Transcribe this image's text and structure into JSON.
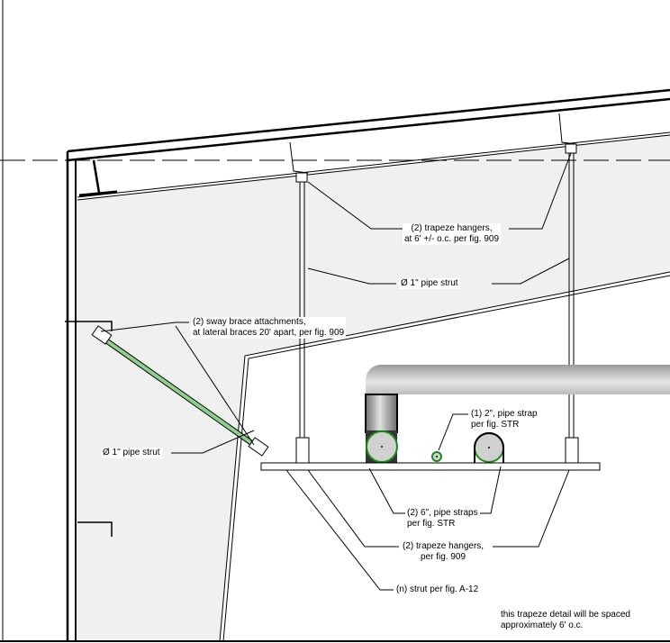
{
  "labels": {
    "trapeze_hangers_top": [
      "(2)  trapeze hangers,",
      "at 6' +/- o.c. per fig. 909"
    ],
    "pipe_strut_vertical": "Ø 1\" pipe strut",
    "sway_brace": [
      "(2)  sway brace attachments,",
      "at lateral braces 20' apart, per fig. 909"
    ],
    "pipe_strut_brace": "Ø 1\" pipe strut",
    "pipe_strap_2in": [
      "(1) 2\", pipe strap",
      "per fig. STR"
    ],
    "pipe_straps_6in": [
      "(2) 6\", pipe straps",
      "per fig. STR"
    ],
    "trapeze_hangers_bottom": [
      "(2) trapeze hangers,",
      "per fig. 909"
    ],
    "strut": "(n) strut per fig. A-12",
    "note": [
      "this trapeze detail will be spaced",
      "approximately 6' o.c."
    ]
  },
  "colors": {
    "shade": "#f0f0f0",
    "pipe_outline": "#1a8a1a",
    "brace": "#8fd08f"
  }
}
